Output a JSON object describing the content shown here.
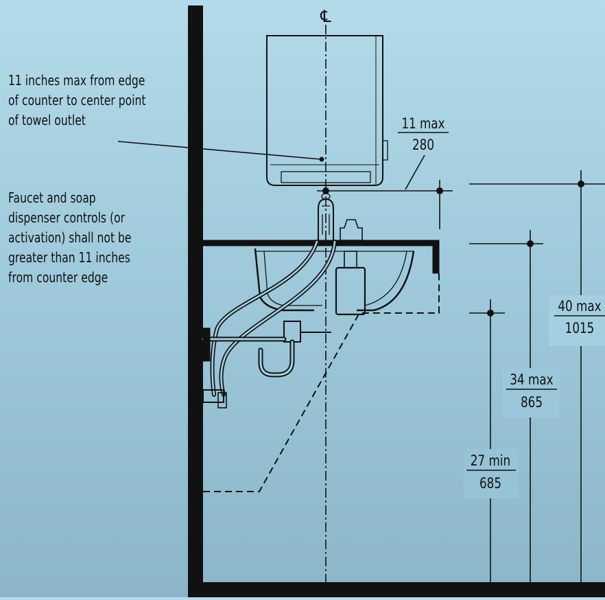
{
  "notes": {
    "towel_outlet": {
      "lines": [
        "11 inches max from edge",
        "of counter to center point",
        "of towel outlet"
      ]
    },
    "controls": {
      "lines": [
        "Faucet and soap",
        "dispenser controls (or",
        "activation) shall not be",
        "greater than 11 inches",
        "from counter edge"
      ]
    }
  },
  "centerline_symbol": "℄",
  "dimensions": {
    "reach": {
      "imperial": "11 max",
      "metric": "280"
    },
    "h40": {
      "imperial": "40 max",
      "metric": "1015"
    },
    "h34": {
      "imperial": "34 max",
      "metric": "865"
    },
    "h27": {
      "imperial": "27 min",
      "metric": "685"
    }
  },
  "colors": {
    "line": "#111111",
    "background_top": "#b3dbe9",
    "background_bottom": "#8bb6c8"
  }
}
